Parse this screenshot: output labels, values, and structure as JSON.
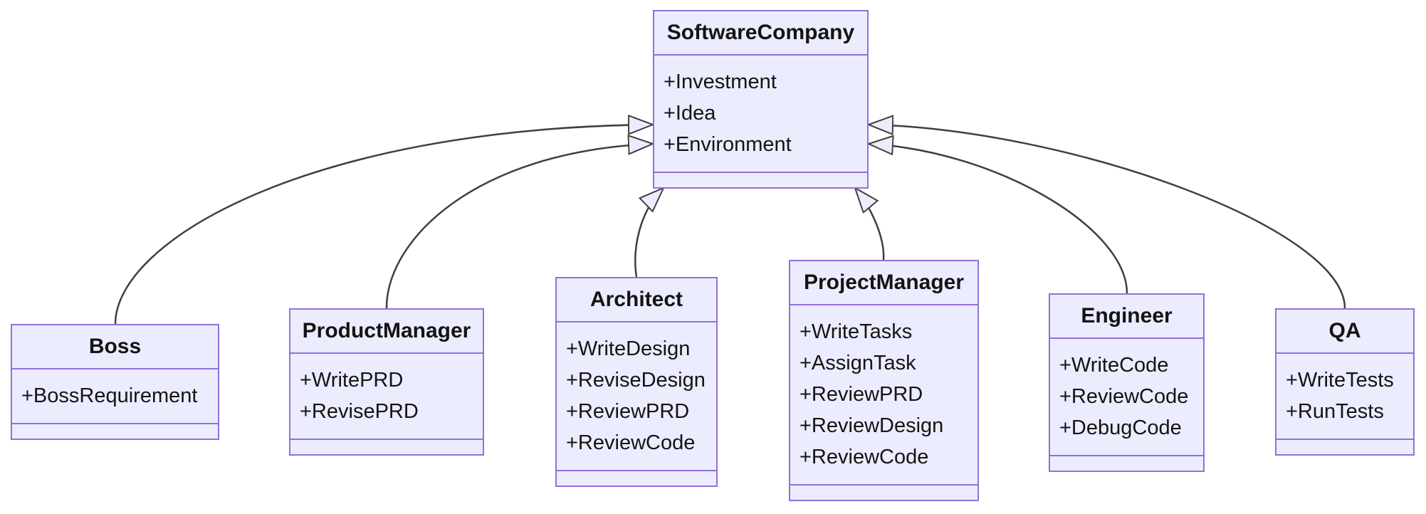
{
  "diagram": {
    "kind": "uml-class-diagram",
    "colors": {
      "node_fill": "#ECECFF",
      "node_border": "#9370DB",
      "edge_line": "#3f3f3f",
      "text": "#141414",
      "background": "#ffffff"
    },
    "classes": [
      {
        "name": "SoftwareCompany",
        "attributes": [
          "+Investment",
          "+Idea",
          "+Environment"
        ],
        "methods": []
      },
      {
        "name": "Boss",
        "attributes": [
          "+BossRequirement"
        ],
        "methods": []
      },
      {
        "name": "ProductManager",
        "attributes": [
          "+WritePRD",
          "+RevisePRD"
        ],
        "methods": []
      },
      {
        "name": "Architect",
        "attributes": [
          "+WriteDesign",
          "+ReviseDesign",
          "+ReviewPRD",
          "+ReviewCode"
        ],
        "methods": []
      },
      {
        "name": "ProjectManager",
        "attributes": [
          "+WriteTasks",
          "+AssignTask",
          "+ReviewPRD",
          "+ReviewDesign",
          "+ReviewCode"
        ],
        "methods": []
      },
      {
        "name": "Engineer",
        "attributes": [
          "+WriteCode",
          "+ReviewCode",
          "+DebugCode"
        ],
        "methods": []
      },
      {
        "name": "QA",
        "attributes": [
          "+WriteTests",
          "+RunTests"
        ],
        "methods": []
      }
    ],
    "relations": [
      {
        "from": "Boss",
        "to": "SoftwareCompany",
        "type": "inheritance"
      },
      {
        "from": "ProductManager",
        "to": "SoftwareCompany",
        "type": "inheritance"
      },
      {
        "from": "Architect",
        "to": "SoftwareCompany",
        "type": "inheritance"
      },
      {
        "from": "ProjectManager",
        "to": "SoftwareCompany",
        "type": "inheritance"
      },
      {
        "from": "Engineer",
        "to": "SoftwareCompany",
        "type": "inheritance"
      },
      {
        "from": "QA",
        "to": "SoftwareCompany",
        "type": "inheritance"
      }
    ]
  }
}
